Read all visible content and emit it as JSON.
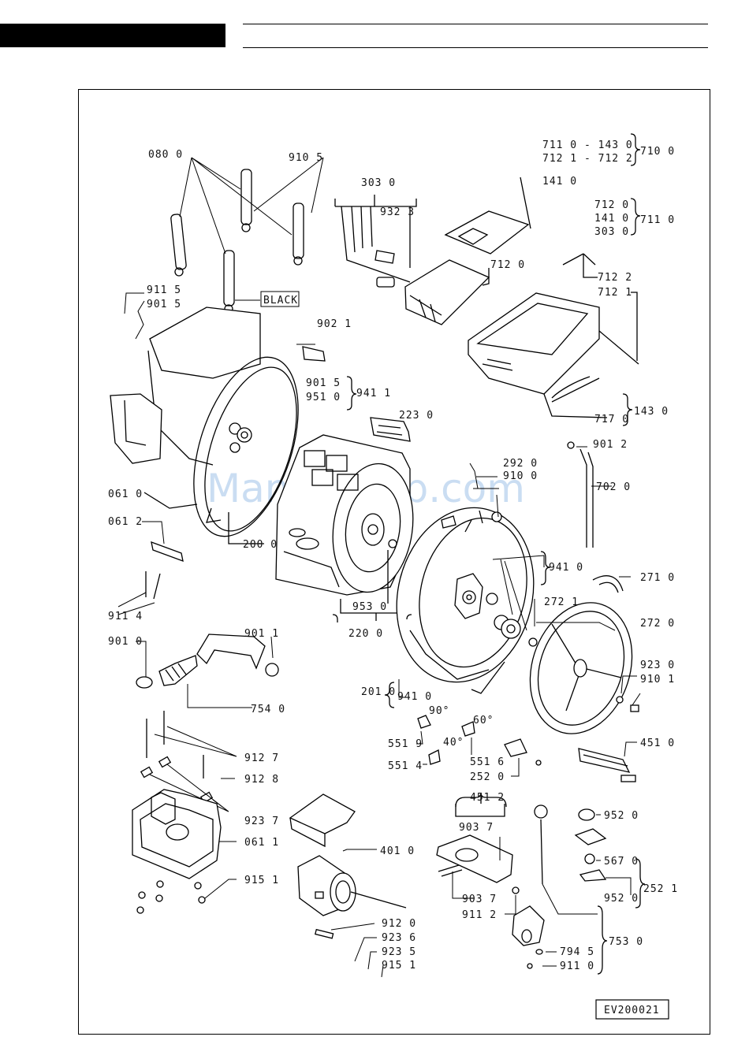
{
  "header": {
    "rule_color": "#000000"
  },
  "watermark": "ManualsLib.com",
  "doc_code": "EV200021",
  "labels": {
    "l0800": "080 0",
    "l9105": "910 5",
    "l3030": "303 0",
    "l9323": "932 3",
    "l1410": "141 0",
    "l7110a": "711 0 - 143 0",
    "l7121a": "712 1 - 712 2",
    "l7100": "710 0",
    "l7120a": "712 0",
    "l1410b": "141 0",
    "l3030b": "303 0",
    "l7110": "711 0",
    "l7122": "712 2",
    "l7121": "712 1",
    "l7120": "712 0",
    "l9115": "911 5",
    "l9015a": "901 5",
    "black": "BLACK",
    "l9021": "902 1",
    "l9015b": "901 5",
    "l9510": "951 0",
    "l9411a": "941 1",
    "l2230": "223 0",
    "l7170": "717 0",
    "l1430": "143 0",
    "l9012": "901 2",
    "l7020": "702 0",
    "l0610": "061 0",
    "l0612": "061 2",
    "l2000": "200 0",
    "l2920": "292 0",
    "l9100": "910 0",
    "l9410a": "941 0",
    "l2710": "271 0",
    "l2721": "272 1",
    "l2720": "272 0",
    "l9114": "911 4",
    "l9530": "953 0",
    "l2200": "220 0",
    "l9010": "901 0",
    "l9011": "901 1",
    "l9230": "923 0",
    "l9101": "910 1",
    "l2010": "201 0",
    "l9410b": "941 0",
    "l7540": "754 0",
    "d90": "90°",
    "d40": "40°",
    "d60": "60°",
    "l5519": "551 9",
    "l5514": "551 4",
    "l5516": "551 6",
    "l2520": "252 0",
    "l4510": "451 0",
    "l9127": "912 7",
    "l9128": "912 8",
    "l9237": "923 7",
    "l0611": "061 1",
    "l9151a": "915 1",
    "l4512": "451 2",
    "l9037a": "903 7",
    "l9520a": "952 0",
    "l4010": "401 0",
    "l5670": "567 0",
    "l9520b": "952 0",
    "l2521": "252 1",
    "l9037b": "903 7",
    "l9112": "911 2",
    "l9120": "912 0",
    "l9236": "923 6",
    "l9235": "923 5",
    "l9151b": "915 1",
    "l7945": "794 5",
    "l9110": "911 0",
    "l7530": "753 0"
  }
}
